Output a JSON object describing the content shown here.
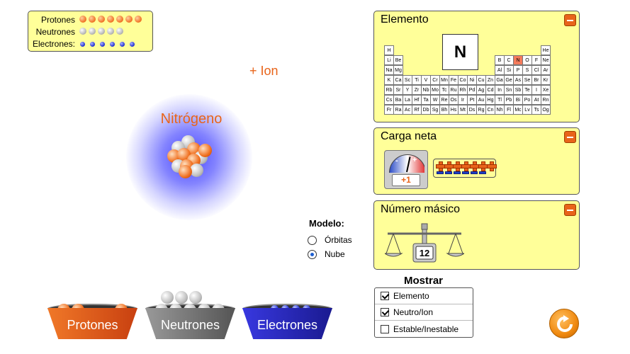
{
  "counter": {
    "protons_label": "Protones",
    "neutrons_label": "Neutrones",
    "electrons_label": "Electrones:",
    "proton_count": 7,
    "neutron_count": 5,
    "electron_count": 6
  },
  "atom": {
    "element_name": "Nitrógeno",
    "ion_label": "+ Ion"
  },
  "panels": {
    "element": {
      "title": "Elemento",
      "selected_symbol": "N",
      "periodic_rows": [
        [
          "H",
          "",
          "",
          "",
          "",
          "",
          "",
          "",
          "",
          "",
          "",
          "",
          "",
          "",
          "",
          "",
          "",
          "He"
        ],
        [
          "Li",
          "Be",
          "",
          "",
          "",
          "",
          "",
          "",
          "",
          "",
          "",
          "",
          "B",
          "C",
          "N",
          "O",
          "F",
          "Ne"
        ],
        [
          "Na",
          "Mg",
          "",
          "",
          "",
          "",
          "",
          "",
          "",
          "",
          "",
          "",
          "Al",
          "Si",
          "P",
          "S",
          "Cl",
          "Ar"
        ],
        [
          "K",
          "Ca",
          "Sc",
          "Ti",
          "V",
          "Cr",
          "Mn",
          "Fe",
          "Co",
          "Ni",
          "Cu",
          "Zn",
          "Ga",
          "Ge",
          "As",
          "Se",
          "Br",
          "Kr"
        ],
        [
          "Rb",
          "Sr",
          "Y",
          "Zr",
          "Nb",
          "Mo",
          "Tc",
          "Ru",
          "Rh",
          "Pd",
          "Ag",
          "Cd",
          "In",
          "Sn",
          "Sb",
          "Te",
          "I",
          "Xe"
        ],
        [
          "Cs",
          "Ba",
          "La",
          "Hf",
          "Ta",
          "W",
          "Re",
          "Os",
          "Ir",
          "Pt",
          "Au",
          "Hg",
          "Tl",
          "Pb",
          "Bi",
          "Po",
          "At",
          "Rn"
        ],
        [
          "Fr",
          "Ra",
          "Ac",
          "Rf",
          "Db",
          "Sg",
          "Bh",
          "Hs",
          "Mt",
          "Ds",
          "Rg",
          "Cn",
          "Nh",
          "Fl",
          "Mc",
          "Lv",
          "Ts",
          "Og"
        ]
      ]
    },
    "charge": {
      "title": "Carga neta",
      "meter_minus": "-",
      "meter_plus": "+",
      "net_charge": "+1",
      "positive_count": 7,
      "negative_count": 6
    },
    "mass": {
      "title": "Número másico",
      "mass_number": "12"
    }
  },
  "model": {
    "title": "Modelo:",
    "options": [
      {
        "label": "Órbitas",
        "selected": false
      },
      {
        "label": "Nube",
        "selected": true
      }
    ]
  },
  "show": {
    "title": "Mostrar",
    "options": [
      {
        "label": "Elemento",
        "checked": true
      },
      {
        "label": "Neutro/Ion",
        "checked": true
      },
      {
        "label": "Estable/Inestable",
        "checked": false
      }
    ]
  },
  "buckets": {
    "protons": "Protones",
    "neutrons": "Neutrones",
    "electrons": "Electrones"
  },
  "colors": {
    "accent_orange": "#e8641a",
    "panel_yellow": "#ffff99",
    "proton": "#f07020",
    "neutron": "#b0b0b0",
    "electron": "#2030d0",
    "selected_cell": "#f47a5a"
  }
}
